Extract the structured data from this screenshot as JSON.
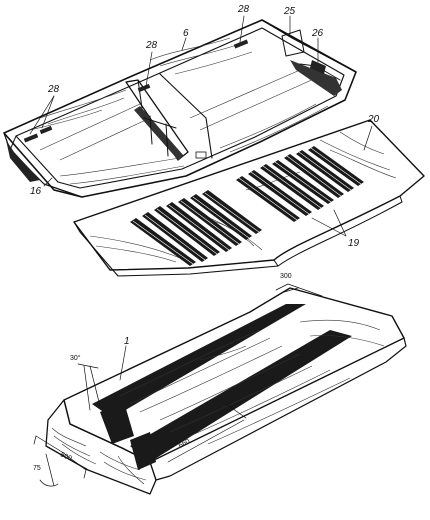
{
  "labels": {
    "l28a": "28",
    "l28b": "28",
    "l28c": "28",
    "l6": "6",
    "l25": "25",
    "l26": "26",
    "l20": "20",
    "l16": "16",
    "l19": "19",
    "l1": "1",
    "a30": "30°",
    "d300": "300",
    "d500": "500",
    "d75": "75",
    "d660": "660"
  }
}
